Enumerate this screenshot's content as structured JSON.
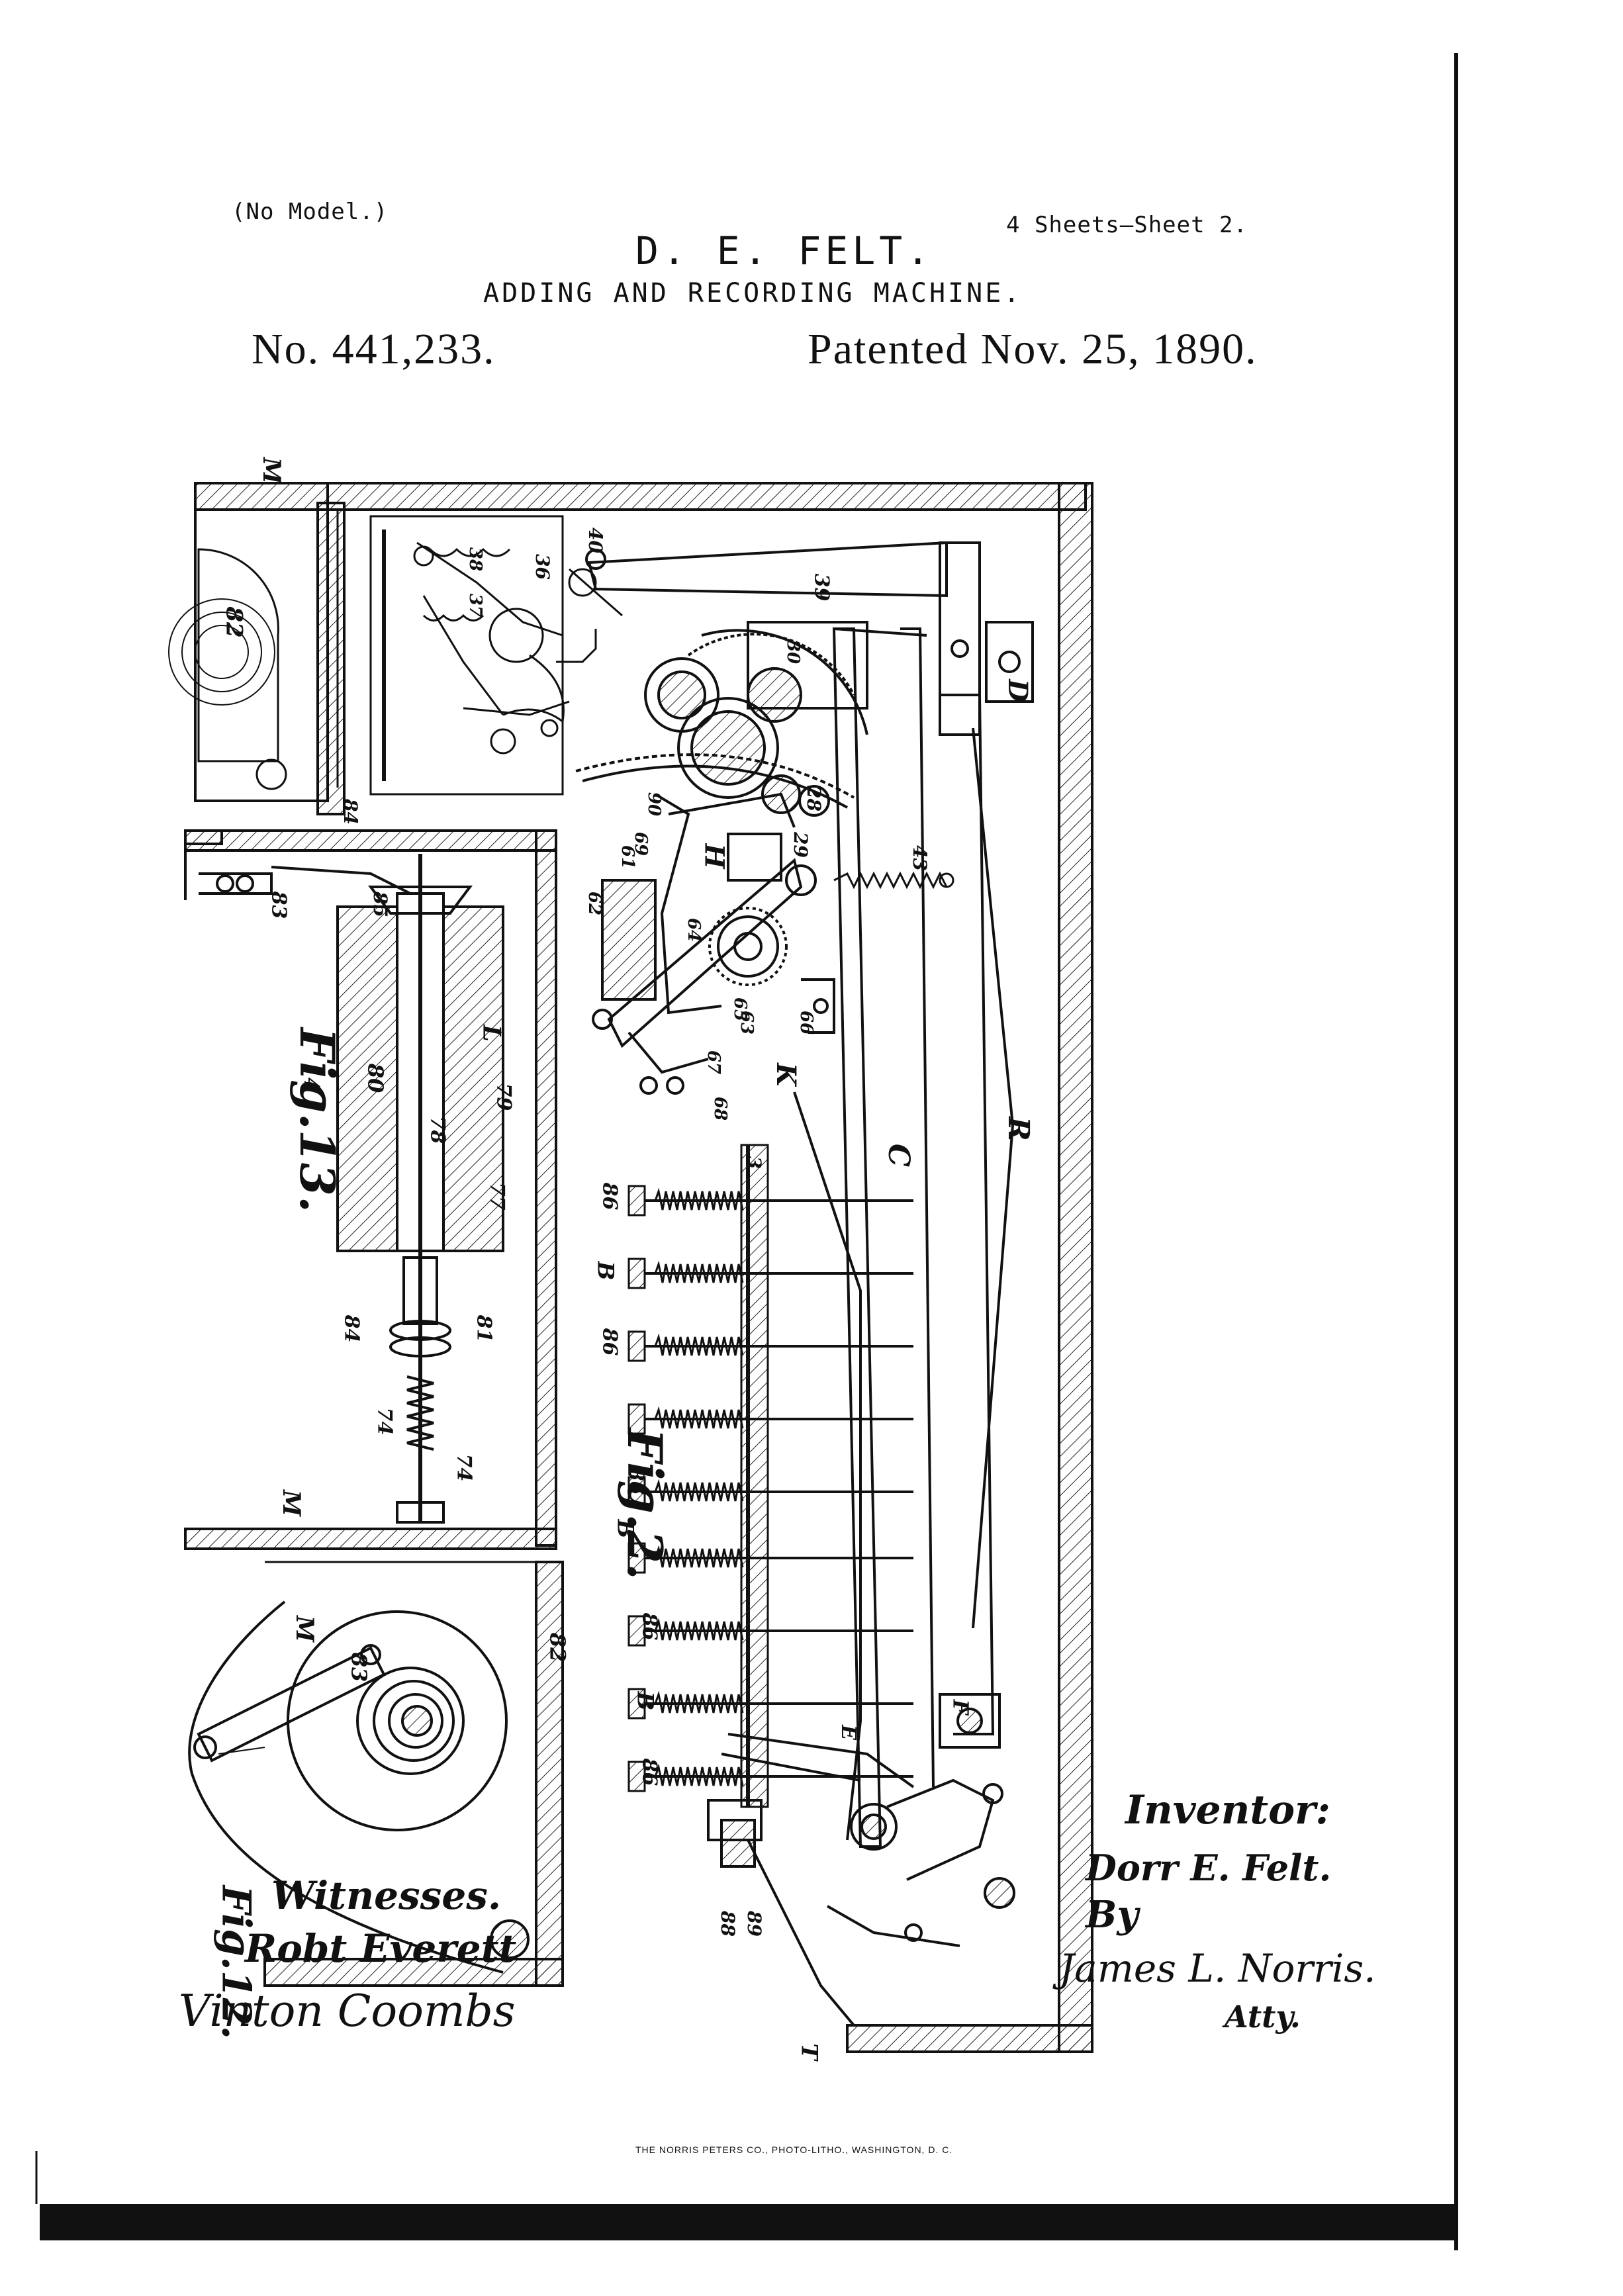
{
  "header": {
    "model_note": "(No Model.)",
    "sheets": "4 Sheets—Sheet 2.",
    "inventor_name": "D. E. FELT.",
    "title": "ADDING AND RECORDING MACHINE.",
    "patent_number": "No. 441,233.",
    "patent_date": "Patented Nov. 25, 1890."
  },
  "figures": {
    "fig12": "Fig.12.",
    "fig13": "Fig.13.",
    "fig2": "Fig.2."
  },
  "part_labels": {
    "M": "M",
    "B": "B",
    "C": "C",
    "D": "D",
    "H": "H",
    "K": "K",
    "L": "L",
    "F": "F",
    "T": "T",
    "R": "R",
    "E": "E",
    "n82": "82",
    "n83": "83",
    "n84": "84",
    "n85": "85",
    "n86": "86",
    "n88": "88",
    "n89": "89",
    "n80": "80",
    "n78": "78",
    "n77": "77",
    "n74": "74",
    "n79": "79",
    "n81": "81",
    "n40": "40",
    "n39": "39",
    "n36": "36",
    "n38": "38",
    "n37": "37",
    "n30": "30",
    "n28": "28",
    "n29": "29",
    "n43": "43",
    "n61": "61",
    "n62": "62",
    "n63": "63",
    "n64": "64",
    "n65": "65",
    "n66": "66",
    "n67": "67",
    "n68": "68",
    "n69": "69",
    "n90": "90",
    "n3": "3",
    "n4": "4"
  },
  "signatures": {
    "witnesses_label": "Witnesses.",
    "witness_1": "Robt Everett",
    "witness_2": "Vinton Coombs",
    "inventor_label": "Inventor:",
    "inventor_sig": "Dorr E. Felt.",
    "by": "By",
    "attorney": "James L. Norris.",
    "atty": "Atty."
  },
  "footer": {
    "printer": "THE NORRIS PETERS CO., PHOTO-LITHO., WASHINGTON, D. C."
  }
}
